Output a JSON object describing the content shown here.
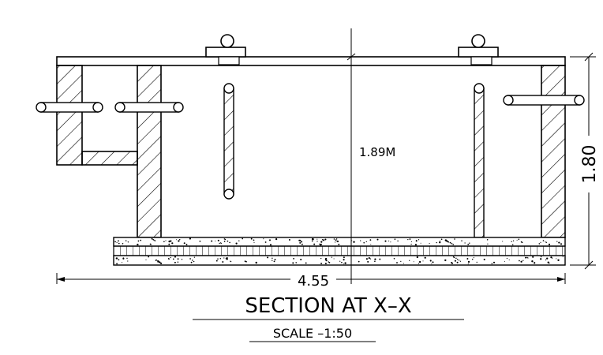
{
  "labels": {
    "depth": "1.89M",
    "height": "1.80",
    "length": "4.55",
    "title": "SECTION AT X–X",
    "scale": "SCALE  –1:50"
  },
  "colors": {
    "line": "#000000",
    "background": "#ffffff"
  }
}
